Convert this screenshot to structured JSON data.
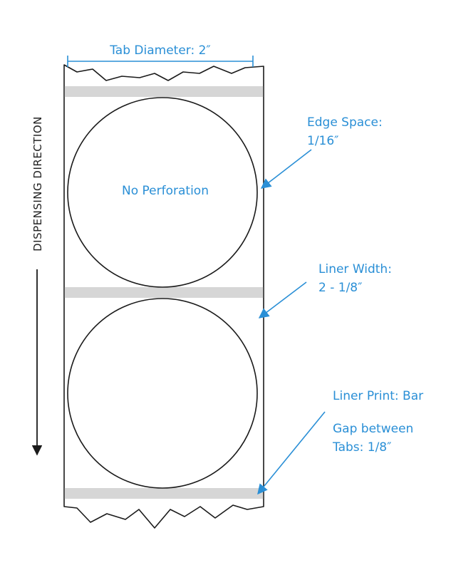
{
  "labels": {
    "tab_diameter": "Tab Diameter: 2″",
    "edge_space_line1": "Edge Space:",
    "edge_space_line2": "1/16″",
    "no_perforation": "No Perforation",
    "liner_width_line1": "Liner Width:",
    "liner_width_line2": "2 - 1/8″",
    "liner_print": "Liner Print: Bar",
    "gap_line1": "Gap between",
    "gap_line2": "Tabs: 1/8″",
    "dispensing_direction": "DISPENSING DIRECTION"
  },
  "colors": {
    "accent": "#2a8fd6",
    "outline": "#1a1a1a",
    "bar": "#d6d6d6"
  }
}
